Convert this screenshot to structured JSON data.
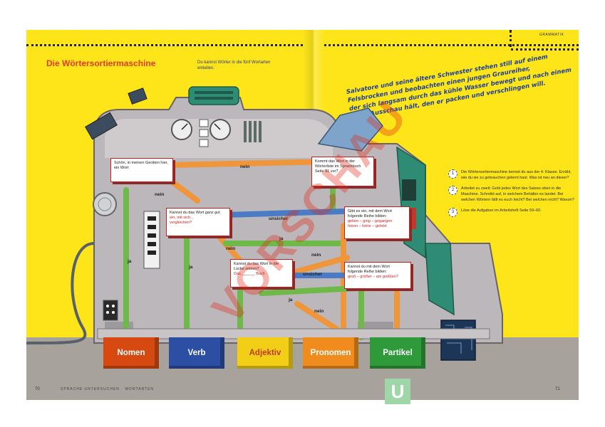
{
  "header": {
    "category": "GRAMMATIK",
    "title": "Die Wörtersortiermaschine",
    "intro": "Du kannst Wörter in die fünf Wortarten einteilen."
  },
  "story": {
    "lines": [
      "Salvatore und seine ältere Schwester stehen still auf einem",
      "Felsbrocken und beobachten einen jungen Graureiher,",
      "der sich langsam durch das kühle Wasser bewegt und nach einem",
      "Fisch Ausschau hält, den er packen und verschlingen will."
    ]
  },
  "cards": {
    "c1": "Schön, in meinen Geräten hier, ein Wort",
    "c2": "Kommt das Wort in der Wörterliste im Sprachbuch Seite 91 vor?",
    "c3_a": "Kannst du das Wort ganz gut",
    "c3_b": "ein, mit sich…",
    "c3_c": "vergleichen?",
    "c4_a": "Gibt es ein, mit dem Wort",
    "c4_b": "folgende Reihe bilden:",
    "c4_c": "gehen – ging – gegangen",
    "c4_d": "hören – hörte – gehört",
    "c5_a": "Kannst du das Wort in die",
    "c5_b": "Lücke setzen?",
    "c5_c": "Das ______ Buch",
    "c6_a": "Kannst du mit dem Wort",
    "c6_b": "folgende Reihe bilden:",
    "c6_c": "groß – größer – am größten?"
  },
  "labels": {
    "nein": "nein",
    "ja": "ja",
    "unsicher": "unsicher"
  },
  "bins": [
    {
      "label": "Nomen",
      "color": "#d64a12"
    },
    {
      "label": "Verb",
      "color": "#2c4fa3"
    },
    {
      "label": "Adjektiv",
      "color": "#f2cf16"
    },
    {
      "label": "Pronomen",
      "color": "#f08c1e"
    },
    {
      "label": "Partikel",
      "color": "#2f9a3a"
    }
  ],
  "tasks": [
    {
      "num": "1",
      "text": "Die Wörtersortiermaschine kennst du aus der 4. Klasse. Erzähl, wie du sie zu gebrauchen gelernt hast. Was ist neu an dieser?"
    },
    {
      "num": "2",
      "text": "Arbeitet zu zweit: Gebt jedes Wort des Satzes oben in die Maschine. Schreibt auf, in welchem Behälter es landet. Bei welchen Wörtern fällt es euch leicht? Bei welchen nicht? Warum?"
    },
    {
      "num": "3",
      "text": "Löse die Aufgaben im Arbeitsheft Seite 59–60."
    }
  ],
  "footer": {
    "left_page": "70",
    "left_text": "SPRACHE UNTERSUCHEN · WORTARTEN",
    "right_page": "71"
  },
  "watermark": "VORSCHAU",
  "logo_letter": "U"
}
